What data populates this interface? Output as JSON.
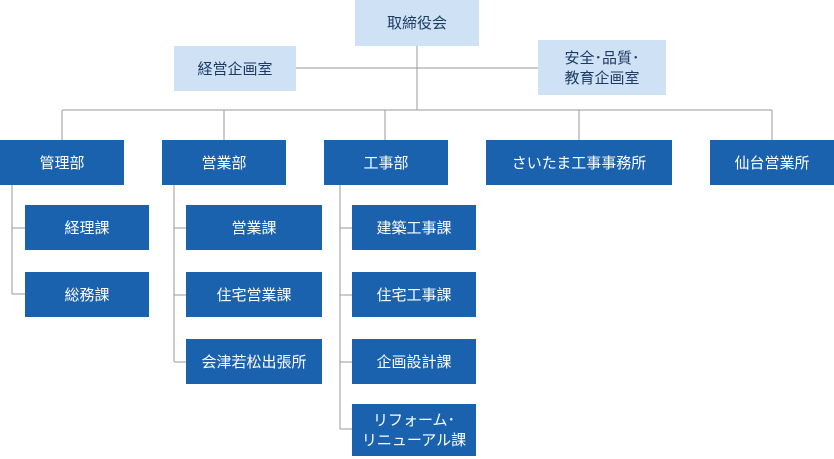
{
  "top": "取締役会",
  "staff_left": "経営企画室",
  "staff_right": "安全･品質･\n教育企画室",
  "divisions": [
    "管理部",
    "営業部",
    "工事部",
    "さいたま工事事務所",
    "仙台営業所"
  ],
  "kanri_sections": [
    "経理課",
    "総務課"
  ],
  "eigyo_sections": [
    "営業課",
    "住宅営業課",
    "会津若松出張所"
  ],
  "koji_sections": [
    "建築工事課",
    "住宅工事課",
    "企画設計課",
    "リフォーム･\nリニューアル課"
  ]
}
